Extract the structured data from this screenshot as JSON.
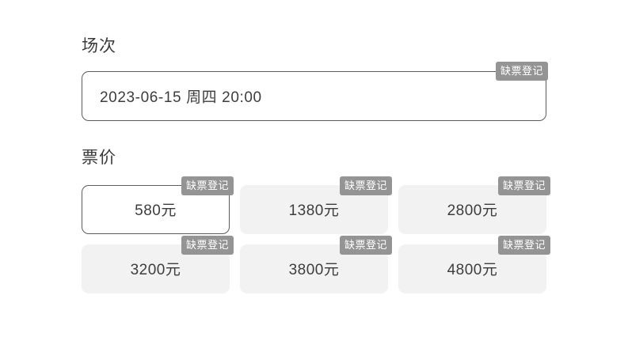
{
  "sections": {
    "session": {
      "heading": "场次",
      "selected_value": "2023-06-15 周四 20:00",
      "badge_label": "缺票登记"
    },
    "price": {
      "heading": "票价",
      "options": [
        {
          "label": "580元",
          "badge_label": "缺票登记",
          "selected": true
        },
        {
          "label": "1380元",
          "badge_label": "缺票登记",
          "selected": false
        },
        {
          "label": "2800元",
          "badge_label": "缺票登记",
          "selected": false
        },
        {
          "label": "3200元",
          "badge_label": "缺票登记",
          "selected": false
        },
        {
          "label": "3800元",
          "badge_label": "缺票登记",
          "selected": false
        },
        {
          "label": "4800元",
          "badge_label": "缺票登记",
          "selected": false
        }
      ]
    }
  },
  "colors": {
    "page_background": "#ffffff",
    "text_primary": "#3d3d3d",
    "card_background": "#f2f2f2",
    "selected_border": "#5c5c5c",
    "badge_background": "#949494",
    "badge_text": "#ffffff"
  }
}
